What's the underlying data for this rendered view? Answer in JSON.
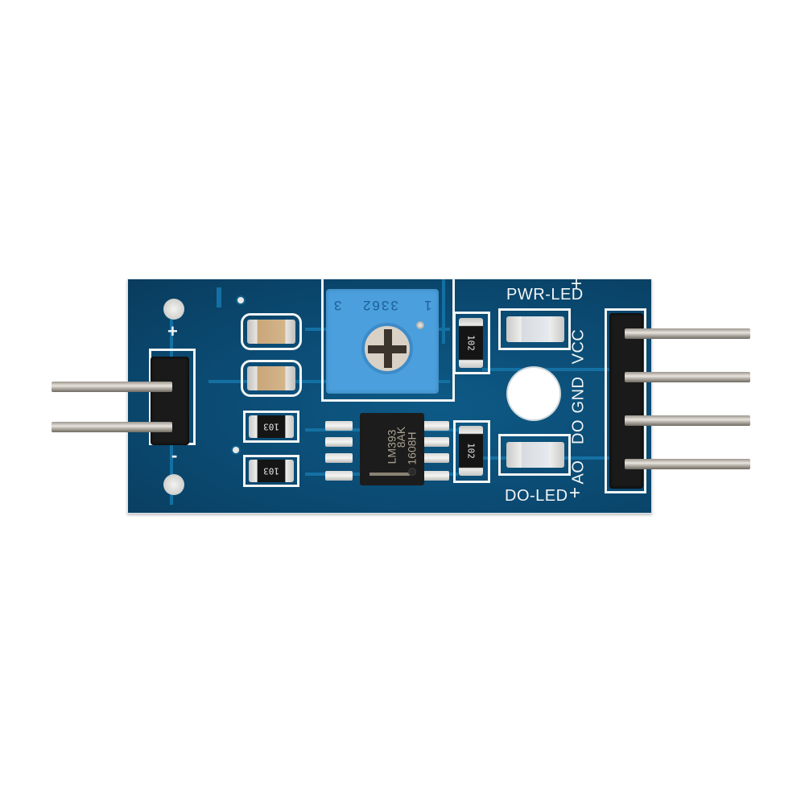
{
  "image": {
    "subject": "LM393 comparator sensor module PCB",
    "background_color": "#ffffff",
    "board_color": "#0b4a72",
    "potentiometer_color": "#4a9fdc"
  },
  "potentiometer": {
    "model_marking": "3362",
    "pin_marks": [
      "3",
      "1"
    ]
  },
  "ic": {
    "part_number": "LM393",
    "lot_code": "8AK",
    "date_code": "1608H"
  },
  "resistors": {
    "left_top": "103",
    "left_bottom": "103",
    "right_top": "102",
    "right_bottom": "102"
  },
  "leds": {
    "power_label": "PWR-LED",
    "output_label": "DO-LED"
  },
  "left_header": {
    "plus_label": "+",
    "minus_label": "-"
  },
  "right_header": {
    "pin_labels": [
      "VCC",
      "GND",
      "DO",
      "AO"
    ],
    "plus_mark": "+"
  }
}
